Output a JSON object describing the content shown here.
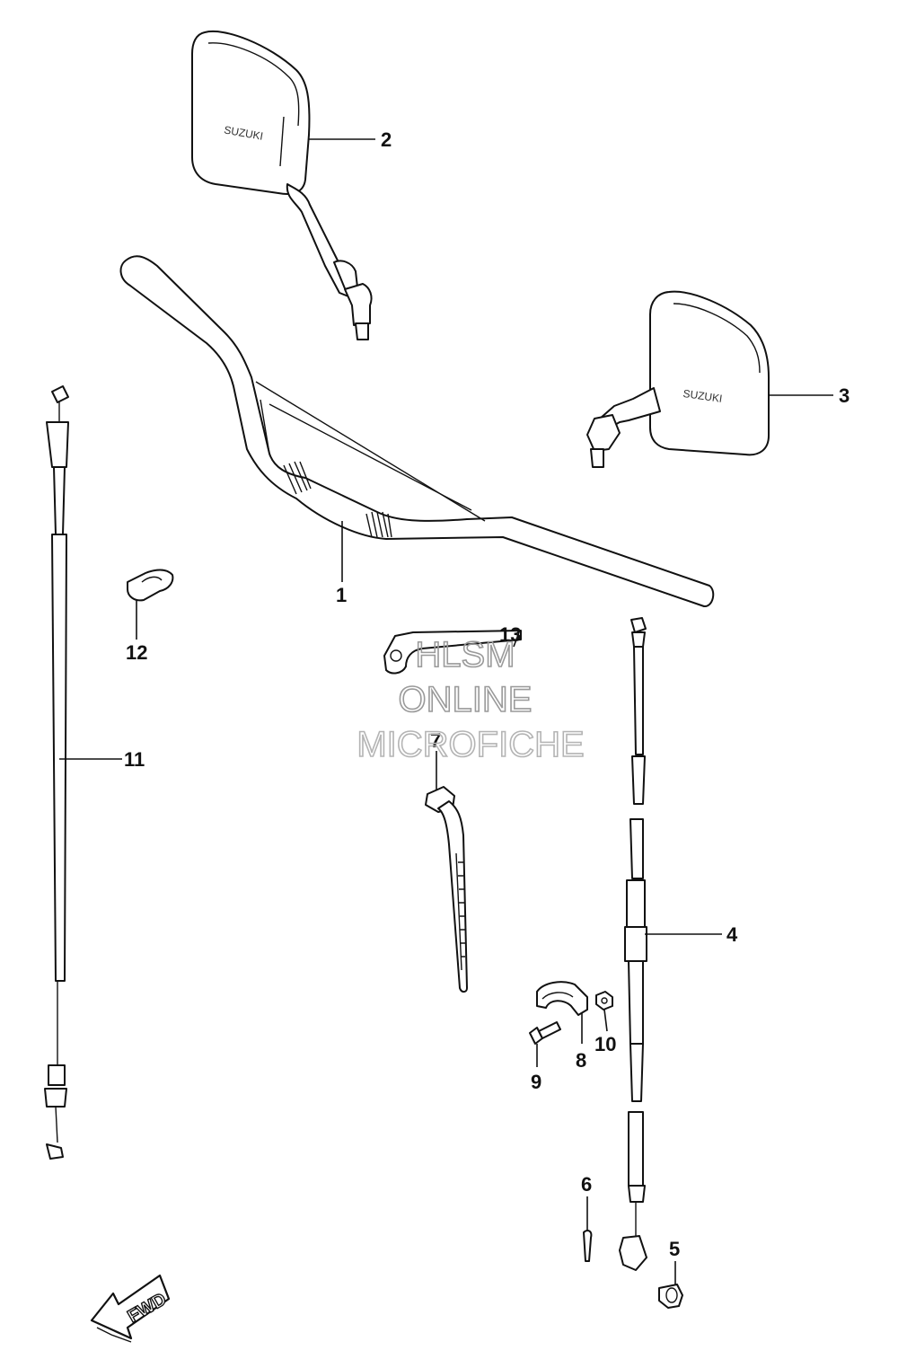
{
  "watermark": {
    "line1": "HLSM",
    "line2": "ONLINE",
    "line3": "MICROFICHE",
    "color": "#9a9a9a"
  },
  "callouts": [
    {
      "id": "1",
      "text": "1"
    },
    {
      "id": "2",
      "text": "2"
    },
    {
      "id": "3",
      "text": "3"
    },
    {
      "id": "4",
      "text": "4"
    },
    {
      "id": "5",
      "text": "5"
    },
    {
      "id": "6",
      "text": "6"
    },
    {
      "id": "7",
      "text": "7"
    },
    {
      "id": "8",
      "text": "8"
    },
    {
      "id": "9",
      "text": "9"
    },
    {
      "id": "10",
      "text": "10"
    },
    {
      "id": "11",
      "text": "11"
    },
    {
      "id": "12",
      "text": "12"
    },
    {
      "id": "13",
      "text": "13"
    }
  ],
  "fwd_arrow": {
    "label": "FWD"
  },
  "colors": {
    "line": "#111111",
    "background": "#ffffff"
  }
}
